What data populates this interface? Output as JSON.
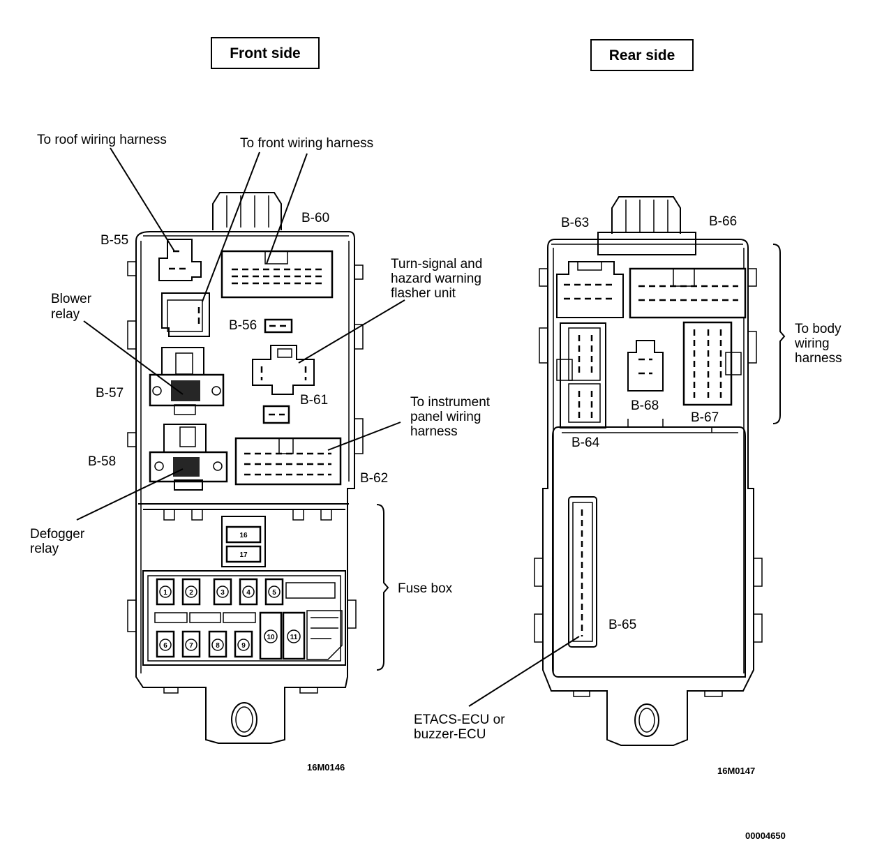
{
  "front": {
    "title": "Front side",
    "code": "16M0146",
    "labels": {
      "roof_harness": "To roof wiring harness",
      "front_harness": "To front wiring harness",
      "blower_relay_1": "Blower",
      "blower_relay_2": "relay",
      "turn_signal_1": "Turn-signal and",
      "turn_signal_2": "hazard warning",
      "turn_signal_3": "flasher unit",
      "instrument_1": "To instrument",
      "instrument_2": "panel  wiring",
      "instrument_3": "harness",
      "defogger_1": "Defogger",
      "defogger_2": "relay",
      "fuse_box": "Fuse box"
    },
    "connectors": {
      "b55": "B-55",
      "b56": "B-56",
      "b57": "B-57",
      "b58": "B-58",
      "b60": "B-60",
      "b61": "B-61",
      "b62": "B-62"
    },
    "fuses": {
      "f1": "1",
      "f2": "2",
      "f3": "3",
      "f4": "4",
      "f5": "5",
      "f6": "6",
      "f7": "7",
      "f8": "8",
      "f9": "9",
      "f10": "10",
      "f11": "11",
      "f16": "16",
      "f17": "17"
    }
  },
  "rear": {
    "title": "Rear side",
    "code": "16M0147",
    "labels": {
      "body_harness_1": "To body",
      "body_harness_2": "wiring",
      "body_harness_3": "harness",
      "etacs_1": "ETACS-ECU or",
      "etacs_2": "buzzer-ECU"
    },
    "connectors": {
      "b63": "B-63",
      "b64": "B-64",
      "b65": "B-65",
      "b66": "B-66",
      "b67": "B-67",
      "b68": "B-68"
    }
  },
  "doc_code": "00004650"
}
